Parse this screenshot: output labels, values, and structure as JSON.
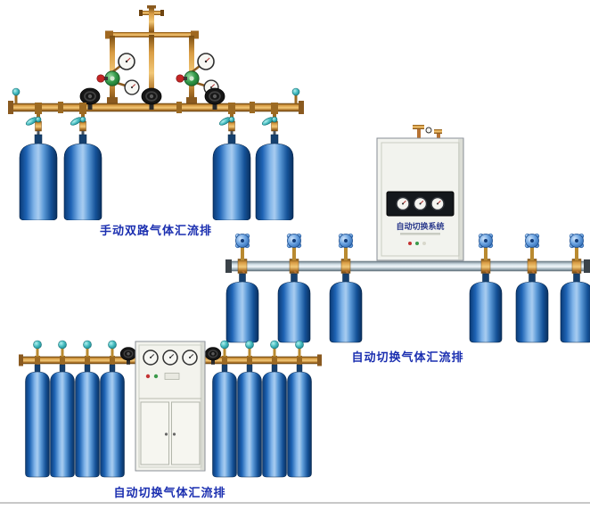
{
  "page": {
    "background": "#ffffff",
    "bottom_rule_color": "#c8c8c8"
  },
  "products": [
    {
      "id": "manual-dual-manifold",
      "caption": "手动双路气体汇流排",
      "cylinder_count": 4
    },
    {
      "id": "auto-switch-manifold-a",
      "caption": "自动切换气体汇流排",
      "cylinder_count": 6,
      "cabinet": {
        "title": "自动切换系统"
      }
    },
    {
      "id": "auto-switch-manifold-b",
      "caption": "自动切换气体汇流排",
      "cylinder_count": 8
    }
  ],
  "colors": {
    "caption_text": "#1b2fb0",
    "cylinder_blue": "#1e63b4",
    "brass_pipe": "#d89c44",
    "aluminum_pipe": "#cfdce4",
    "valve_teal": "#46bcc0",
    "valve_blue_handwheel": "#6aa2e0",
    "regulator_green": "#2f9646",
    "cabinet_body": "#f2f3ee"
  }
}
